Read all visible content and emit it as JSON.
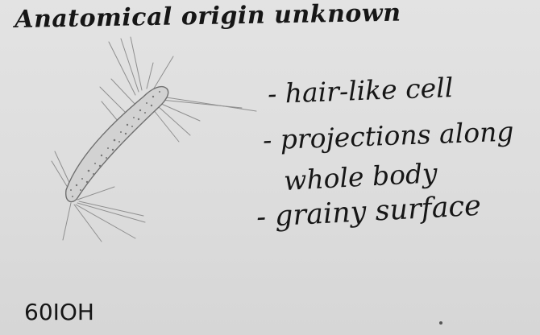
{
  "sheet": {
    "title": "Anatomical origin unknown",
    "notes": [
      "- hair-like cell",
      "- projections along",
      "whole body",
      "- grainy surface"
    ],
    "specimen_label": "60IOH"
  },
  "colors": {
    "paper": "#dddddd",
    "ink": "#161616",
    "pencil": "#8a8a8a"
  }
}
